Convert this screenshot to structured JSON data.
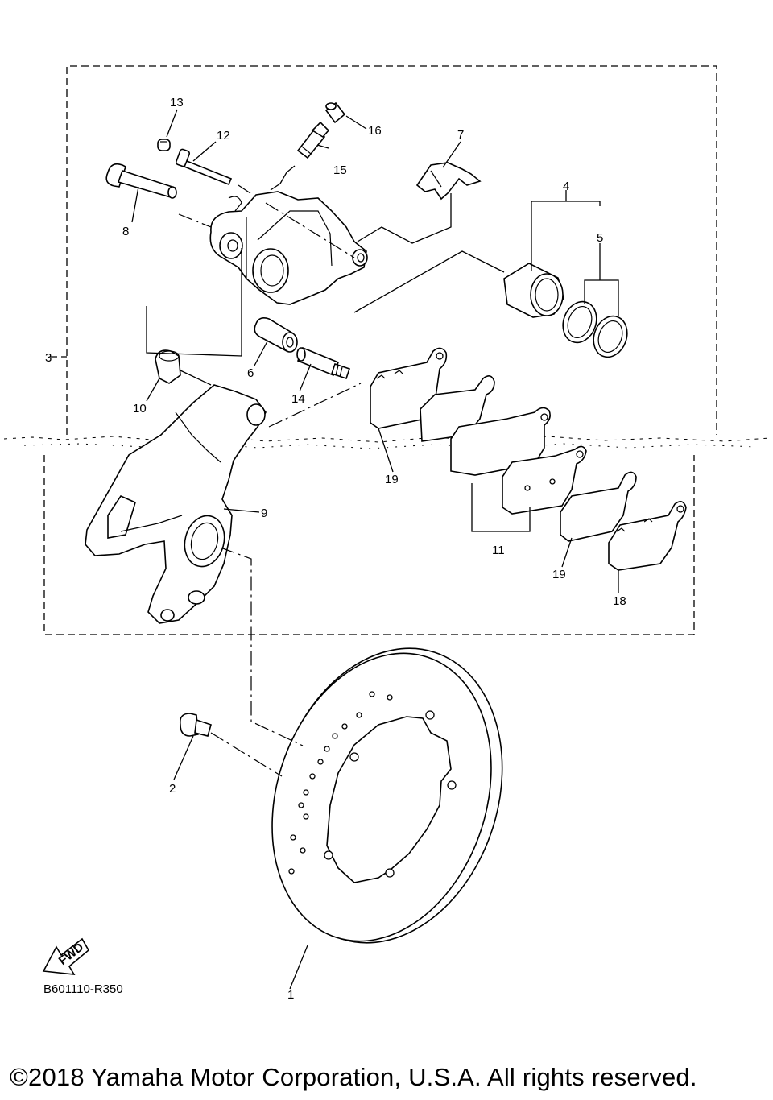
{
  "diagram": {
    "code": "B601110-R350",
    "copyright": "©2018 Yamaha Motor Corporation, U.S.A. All rights reserved.",
    "fwd_label": "FWD",
    "callouts": [
      {
        "id": "1",
        "text": "1"
      },
      {
        "id": "2",
        "text": "2"
      },
      {
        "id": "3",
        "text": "3"
      },
      {
        "id": "4",
        "text": "4"
      },
      {
        "id": "5",
        "text": "5"
      },
      {
        "id": "6",
        "text": "6"
      },
      {
        "id": "7",
        "text": "7"
      },
      {
        "id": "8",
        "text": "8"
      },
      {
        "id": "9",
        "text": "9"
      },
      {
        "id": "10",
        "text": "10"
      },
      {
        "id": "11",
        "text": "11"
      },
      {
        "id": "12",
        "text": "12"
      },
      {
        "id": "13",
        "text": "13"
      },
      {
        "id": "14",
        "text": "14"
      },
      {
        "id": "15",
        "text": "15"
      },
      {
        "id": "16",
        "text": "16"
      },
      {
        "id": "18",
        "text": "18"
      },
      {
        "id": "19a",
        "text": "19"
      },
      {
        "id": "19b",
        "text": "19"
      }
    ]
  }
}
